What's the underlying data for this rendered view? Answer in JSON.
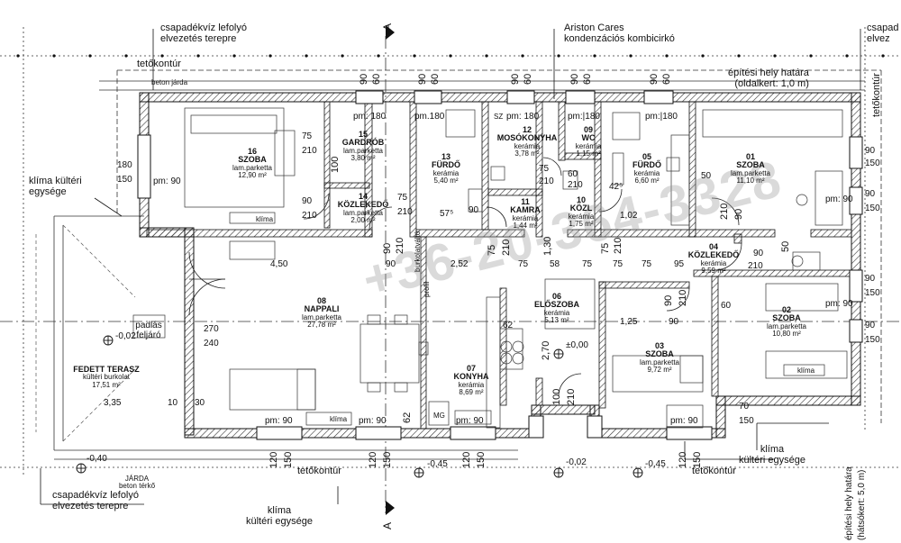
{
  "annotations": {
    "csapadek_top_left": [
      "csapadékvíz lefolyó",
      "elvezetés terepre"
    ],
    "csapadek_top_right": [
      "csapad",
      "elvez"
    ],
    "ariston": [
      "Ariston Cares",
      "kondenzációs kombicirkó"
    ],
    "tetokontur": "tetőkontúr",
    "beton_jarda": "beton járda",
    "epitesi_hely": [
      "építési hely határa",
      "(oldalkert: 1,0 m)"
    ],
    "klima_left": [
      "klíma kültéri",
      "egysége"
    ],
    "klima_bottom": [
      "klíma",
      "kültéri egysége"
    ],
    "klima_right": [
      "klíma",
      "kültéri egysége"
    ],
    "csapadek_bottom_left": [
      "csapadékvíz lefolyó",
      "elvezetés terepre"
    ],
    "jarda_bottom": [
      "JÁRDA",
      "beton térkő"
    ],
    "padlas": [
      "padlás",
      "feljáró"
    ],
    "burkolatvalto": "burkolatváltó",
    "profil": "profil",
    "klima_tag": "klíma",
    "mg_tag": "MG",
    "sz_tag": "SZ",
    "epitesi_right": "építési hely határa",
    "epitesi_right2": "(hátsókert: 5,0 m)",
    "tetokontur_right": "tetőkontúr",
    "section_mark": "A",
    "watermark": "+36-20-364-3328"
  },
  "rooms": [
    {
      "no": "16",
      "name": "SZOBA",
      "floor": "lam.parketta",
      "area": "12,90 m²"
    },
    {
      "no": "15",
      "name": "GARDRÓB",
      "floor": "lam.parketta",
      "area": "3,80 m²"
    },
    {
      "no": "14",
      "name": "KÖZLEKEDŐ",
      "floor": "lam.parketta",
      "area": "2,00 m²"
    },
    {
      "no": "13",
      "name": "FÜRDŐ",
      "floor": "kerámia",
      "area": "5,40 m²"
    },
    {
      "no": "12",
      "name": "MOSÓKONYHA",
      "floor": "kerámia",
      "area": "3,78 m²"
    },
    {
      "no": "11",
      "name": "KAMRA",
      "floor": "kerámia",
      "area": "1,44 m²"
    },
    {
      "no": "09",
      "name": "WC",
      "floor": "kerámia",
      "area": "1,15 m²"
    },
    {
      "no": "10",
      "name": "KÖZL",
      "floor": "kerámia",
      "area": "1,75 m²"
    },
    {
      "no": "05",
      "name": "FÜRDŐ",
      "floor": "kerámia",
      "area": "6,60 m²"
    },
    {
      "no": "01",
      "name": "SZOBA",
      "floor": "lam.parketta",
      "area": "11,10 m²"
    },
    {
      "no": "04",
      "name": "KÖZLEKEDŐ",
      "floor": "kerámia",
      "area": "9,59 m²"
    },
    {
      "no": "02",
      "name": "SZOBA",
      "floor": "lam.parketta",
      "area": "10,80 m²"
    },
    {
      "no": "03",
      "name": "SZOBA",
      "floor": "lam.parketta",
      "area": "9,72 m²"
    },
    {
      "no": "06",
      "name": "ELŐSZOBA",
      "floor": "kerámia",
      "area": "5,13 m²"
    },
    {
      "no": "07",
      "name": "KONYHA",
      "floor": "kerámia",
      "area": "8,69 m²"
    },
    {
      "no": "08",
      "name": "NAPPALI",
      "floor": "lam.parketta",
      "area": "27,78 m²"
    },
    {
      "no": "",
      "name": "FEDETT TERASZ",
      "floor": "kültéri burkolat",
      "area": "17,51 m²"
    }
  ],
  "dims": {
    "d90": "90",
    "d60": "60",
    "d180": "180",
    "d150": "150",
    "d120": "120",
    "d75": "75",
    "d210": "210",
    "d100": "100",
    "d50": "50",
    "d70": "70",
    "d62": "62",
    "d30": "30",
    "d10": "10",
    "d270": "270",
    "d240": "240",
    "d450": "4,50",
    "d252": "2,52",
    "d58": "58",
    "d95": "95",
    "d125": "1,25",
    "d270b": "2,70",
    "d335": "3,35",
    "d130": "1,30",
    "d102": "1,02",
    "d57": "57⁵",
    "d42": "42⁵",
    "pm90": "pm: 90",
    "pm180": "pm: 180",
    "pm180b": "pm.180",
    "pmhash": "pm:|180"
  },
  "levels": {
    "l000": "±0,00",
    "l002a": "-0,02",
    "l002b": "-0,02",
    "l040": "-0,40",
    "l045a": "-0,45",
    "l045b": "-0,45"
  }
}
